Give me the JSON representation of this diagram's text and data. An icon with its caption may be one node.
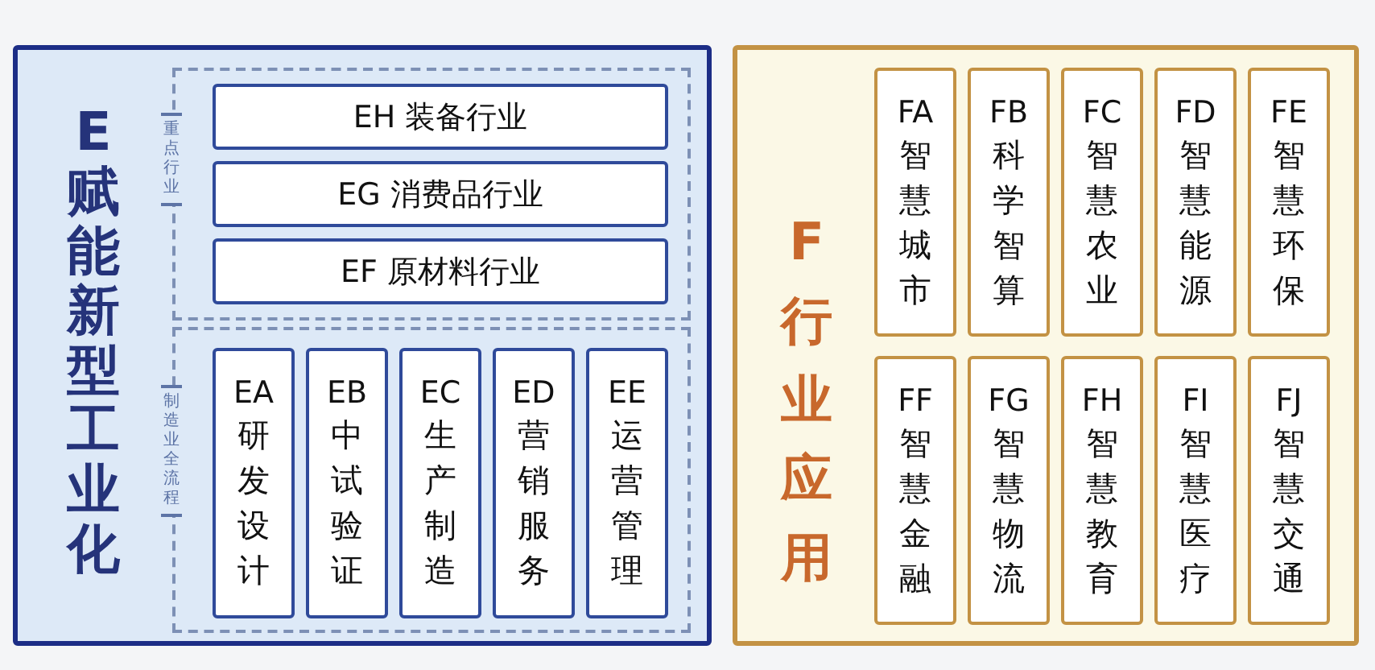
{
  "diagram": {
    "nodes": [
      {
        "text": [
          "E",
          "赋能新型工业化"
        ]
      },
      {
        "text": [
          "重点行业"
        ],
        "in": 0
      },
      {
        "text": [
          "EH 装备行业"
        ],
        "in": 1
      },
      {
        "text": [
          "EG 消费品行业"
        ],
        "in": 1
      },
      {
        "text": [
          "EF 原材料行业"
        ],
        "in": 1
      },
      {
        "text": [
          "制造业全流程"
        ],
        "in": 0
      },
      {
        "text": [
          "EA",
          "研发设计"
        ],
        "in": 5
      },
      {
        "text": [
          "EB",
          "中试验证"
        ],
        "in": 5
      },
      {
        "text": [
          "EC",
          "生产制造"
        ],
        "in": 5
      },
      {
        "text": [
          "ED",
          "营销服务"
        ],
        "in": 5
      },
      {
        "text": [
          "EE",
          "运营管理"
        ],
        "in": 5
      },
      {
        "text": [
          "F",
          "行业应用"
        ]
      },
      {
        "text": [
          "FA",
          "智慧城市"
        ],
        "in": 11
      },
      {
        "text": [
          "FB",
          "科学智算"
        ],
        "in": 11
      },
      {
        "text": [
          "FC",
          "智慧农业"
        ],
        "in": 11
      },
      {
        "text": [
          "FD",
          "智慧能源"
        ],
        "in": 11
      },
      {
        "text": [
          "FE",
          "智慧环保"
        ],
        "in": 11
      },
      {
        "text": [
          "FF",
          "智慧金融"
        ],
        "in": 11
      },
      {
        "text": [
          "FG",
          "智慧物流"
        ],
        "in": 11
      },
      {
        "text": [
          "FH",
          "智慧教育"
        ],
        "in": 11
      },
      {
        "text": [
          "FI",
          "智慧医疗"
        ],
        "in": 11
      },
      {
        "text": [
          "FJ",
          "智慧交通"
        ],
        "in": 11
      }
    ]
  }
}
